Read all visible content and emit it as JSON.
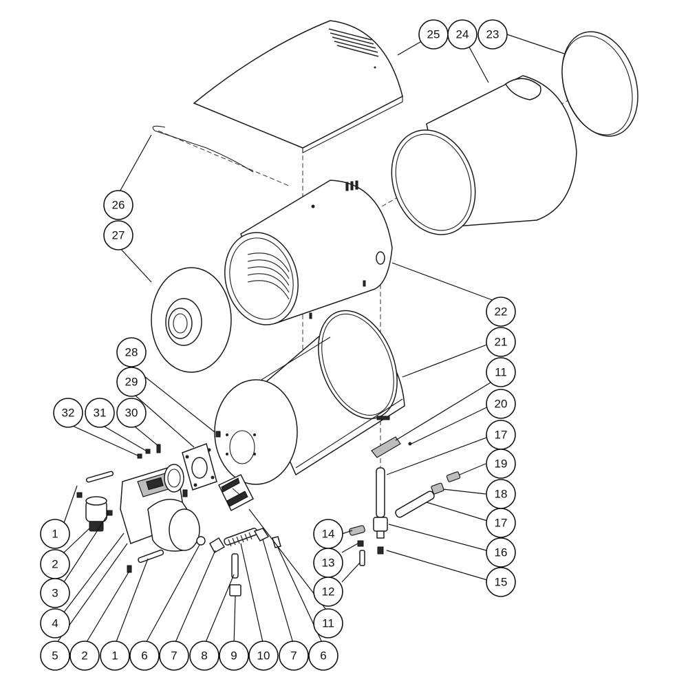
{
  "diagram": {
    "callouts": [
      {
        "id": "c25",
        "label": "25"
      },
      {
        "id": "c24",
        "label": "24"
      },
      {
        "id": "c23",
        "label": "23"
      },
      {
        "id": "c26",
        "label": "26"
      },
      {
        "id": "c27",
        "label": "27"
      },
      {
        "id": "c22",
        "label": "22"
      },
      {
        "id": "c21",
        "label": "21"
      },
      {
        "id": "c11a",
        "label": "11"
      },
      {
        "id": "c20",
        "label": "20"
      },
      {
        "id": "c17a",
        "label": "17"
      },
      {
        "id": "c19",
        "label": "19"
      },
      {
        "id": "c18",
        "label": "18"
      },
      {
        "id": "c17b",
        "label": "17"
      },
      {
        "id": "c16",
        "label": "16"
      },
      {
        "id": "c15",
        "label": "15"
      },
      {
        "id": "c14",
        "label": "14"
      },
      {
        "id": "c13",
        "label": "13"
      },
      {
        "id": "c12",
        "label": "12"
      },
      {
        "id": "c28",
        "label": "28"
      },
      {
        "id": "c29",
        "label": "29"
      },
      {
        "id": "c30",
        "label": "30"
      },
      {
        "id": "c31",
        "label": "31"
      },
      {
        "id": "c32",
        "label": "32"
      },
      {
        "id": "c1a",
        "label": "1"
      },
      {
        "id": "c2a",
        "label": "2"
      },
      {
        "id": "c3",
        "label": "3"
      },
      {
        "id": "c4",
        "label": "4"
      },
      {
        "id": "c11b",
        "label": "11"
      },
      {
        "id": "b5",
        "label": "5"
      },
      {
        "id": "b2",
        "label": "2"
      },
      {
        "id": "b1",
        "label": "1"
      },
      {
        "id": "b6a",
        "label": "6"
      },
      {
        "id": "b7a",
        "label": "7"
      },
      {
        "id": "b8",
        "label": "8"
      },
      {
        "id": "b9",
        "label": "9"
      },
      {
        "id": "b10",
        "label": "10"
      },
      {
        "id": "b7b",
        "label": "7"
      },
      {
        "id": "b6b",
        "label": "6"
      }
    ]
  }
}
